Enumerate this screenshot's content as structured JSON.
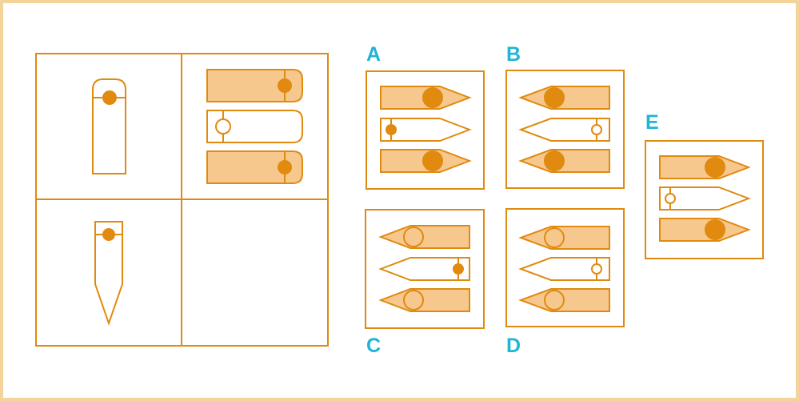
{
  "colors": {
    "stroke": "#E08A10",
    "fill": "#F7C88E",
    "dot": "#E08A10",
    "border": "#F5D49C",
    "label": "#1FB5D5"
  },
  "options": [
    {
      "letter": "A"
    },
    {
      "letter": "B"
    },
    {
      "letter": "C"
    },
    {
      "letter": "D"
    },
    {
      "letter": "E"
    }
  ]
}
